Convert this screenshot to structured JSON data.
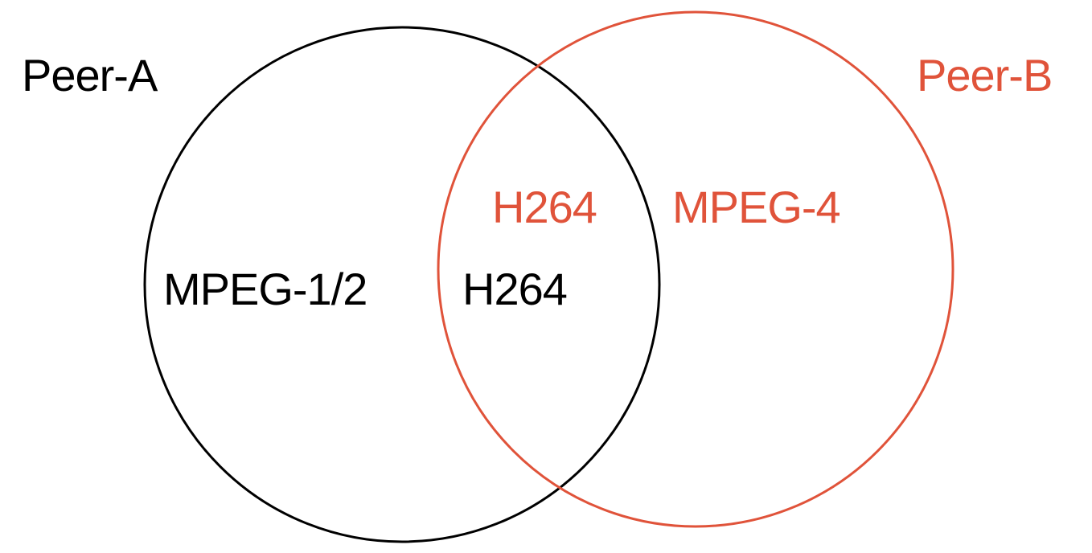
{
  "colors": {
    "peer_a": "#000000",
    "peer_b": "#e0533a"
  },
  "peer_a": {
    "title": "Peer-A",
    "codecs": [
      "MPEG-1/2",
      "H264"
    ]
  },
  "peer_b": {
    "title": "Peer-B",
    "codecs": [
      "H264",
      "MPEG-4"
    ]
  }
}
